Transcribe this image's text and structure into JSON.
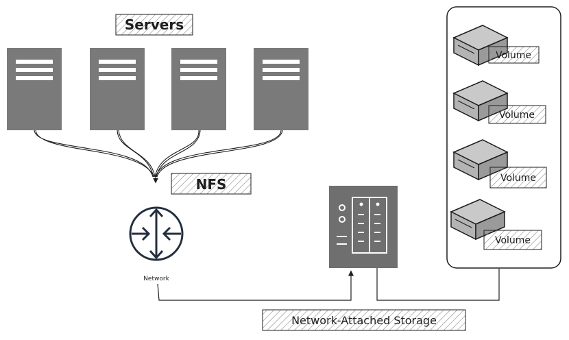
{
  "labels": {
    "servers": "Servers",
    "nfs": "NFS",
    "network": "Network",
    "nas": "Network-Attached Storage"
  },
  "volumes": [
    {
      "label": "Volume"
    },
    {
      "label": "Volume"
    },
    {
      "label": "Volume"
    },
    {
      "label": "Volume"
    }
  ],
  "servers": [
    {
      "id": "server-1"
    },
    {
      "id": "server-2"
    },
    {
      "id": "server-3"
    },
    {
      "id": "server-4"
    }
  ],
  "colors": {
    "server_fill": "#7a7a7a",
    "server_stripe": "#ffffff",
    "nas_fill": "#6f6f6f",
    "router_stroke": "#232f3e",
    "line": "#1e1e1e",
    "hatch": "#8a8a8a",
    "volume_top": "#c9c9c9",
    "volume_side": "#9a9a9a",
    "volume_front": "#b4b4b4"
  },
  "icons": [
    "server-icon",
    "router-icon",
    "nas-icon",
    "volume-disk-icon"
  ]
}
